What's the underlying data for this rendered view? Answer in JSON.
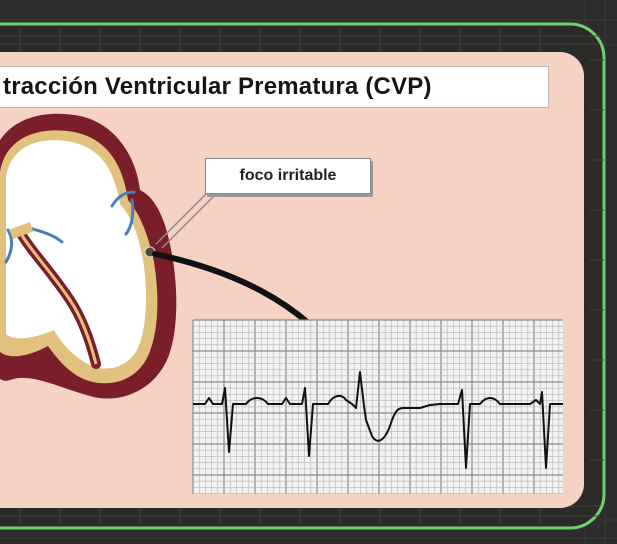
{
  "slide": {
    "title": "tracción Ventricular Prematura (CVP)",
    "callout_label": "foco irritable"
  },
  "colors": {
    "background": "#2c2d2c",
    "frame_green": "#6dd36a",
    "panel_fill": "#f5d2c1",
    "myocardium": "#7a1f2a",
    "inner_wall": "#e2c07d",
    "chamber": "#ffffff",
    "valve": "#4a7fb6",
    "ecg_paper": "#f2f2f2",
    "ecg_grid": "#9a9a9a",
    "ecg_trace": "#111111"
  },
  "icons": {
    "arrow": "curved-pointer-arrow",
    "heart": "heart-cross-section"
  }
}
